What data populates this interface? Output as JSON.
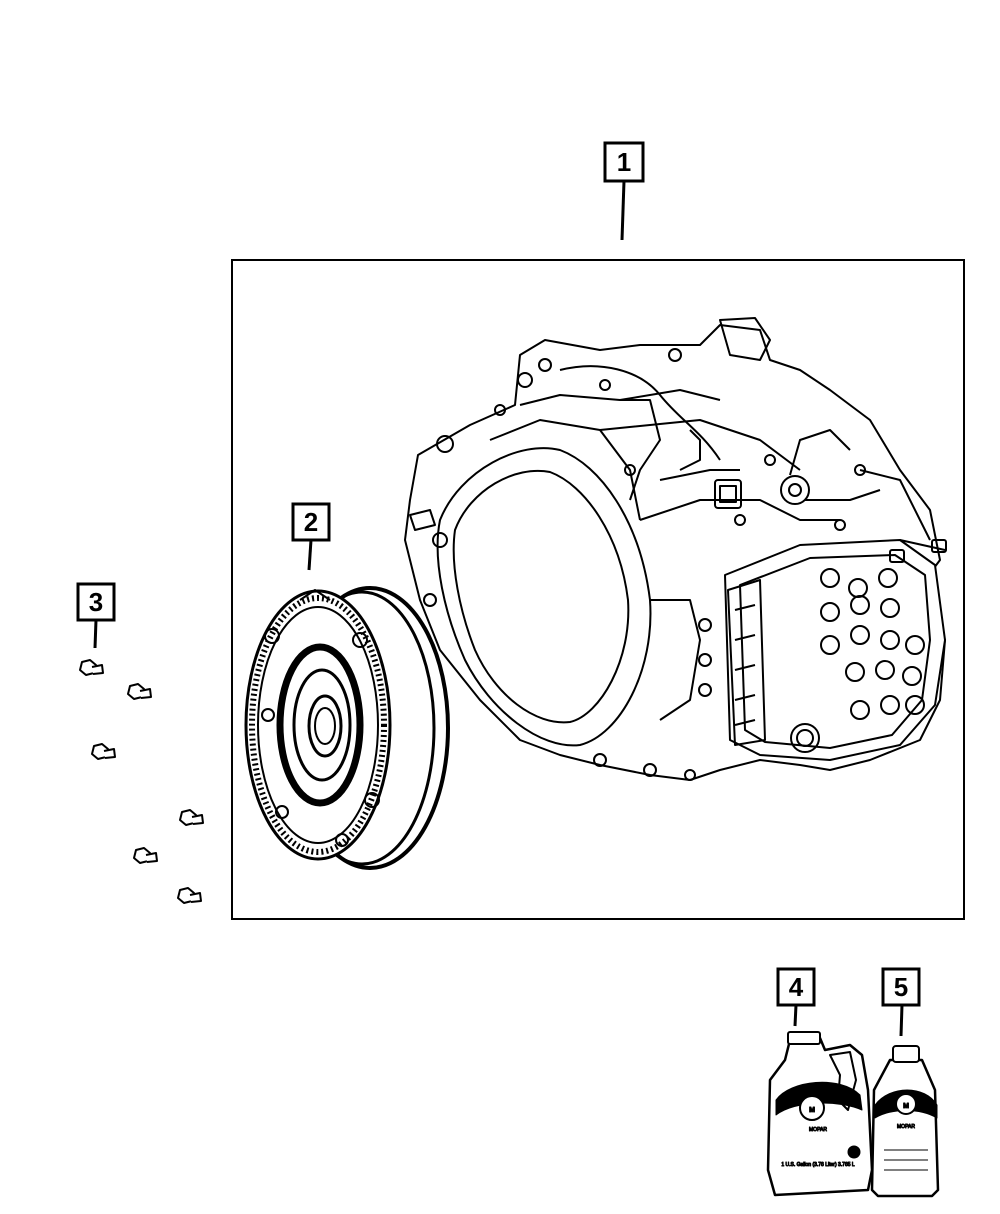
{
  "callouts": [
    {
      "id": "1",
      "label": "1"
    },
    {
      "id": "2",
      "label": "2"
    },
    {
      "id": "3",
      "label": "3"
    },
    {
      "id": "4",
      "label": "4"
    },
    {
      "id": "5",
      "label": "5"
    }
  ],
  "parts": {
    "transmission": {
      "icon": "transmission-assembly-icon"
    },
    "torque_converter": {
      "icon": "torque-converter-icon"
    },
    "bolts": {
      "icon": "bolt-icon",
      "count": 6
    },
    "gallon_bottle": {
      "icon": "oil-jug-icon",
      "brand": "MOPAR",
      "label_text": "1 U.S. Gallon (3.78 Liter) 3.785 L"
    },
    "quart_bottle": {
      "icon": "oil-bottle-icon",
      "brand": "MOPAR"
    }
  },
  "colors": {
    "line": "#000000",
    "background": "#ffffff"
  }
}
